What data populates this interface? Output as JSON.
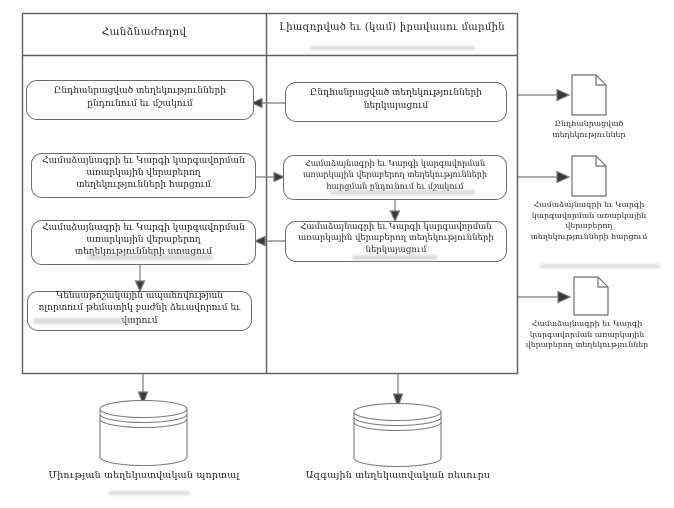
{
  "lanes": [
    {
      "title": "Հանձնաժողով"
    },
    {
      "title": "Լիազորված եւ (կամ) իրավասու մարմին"
    }
  ],
  "process_boxes": [
    {
      "id": "commission-receive-generalized",
      "text": "Ընդհանրացված տեղեկությունների ընդունում եւ մշակում"
    },
    {
      "id": "commission-request-info",
      "text": "Համաձայնագրի եւ Կարգի կարգավորման առարկային վերաբերող տեղեկությունների հարցում"
    },
    {
      "id": "commission-receive-info",
      "text": "Համաձայնագրի եւ Կարգի կարգավորման առարկային վերաբերող տեղեկությունների ստացում"
    },
    {
      "id": "commission-thematic-section",
      "text": "Կենսաթոշակային ապահովության ոլորտում թեմատիկ բաժնի ձեւավորում եւ վարում"
    },
    {
      "id": "authority-submit-generalized",
      "text": "Ընդհանրացված տեղեկությունների ներկայացում"
    },
    {
      "id": "authority-process-request",
      "text": "Համաձայնագրի եւ Կարգի կարգավորման առարկային վերաբերող տեղեկությունների հարցման ընդունում եւ մշակում"
    },
    {
      "id": "authority-submit-info",
      "text": "Համաձայնագրի եւ Կարգի կարգավորման առարկային վերաբերող տեղեկությունների ներկայացում"
    }
  ],
  "documents": [
    {
      "label": "Ընդհանրացված տեղեկություններ"
    },
    {
      "label": "Համաձայնագրի եւ Կարգի կարգավորման առարկային վերաբերող տեղեկությունների հարցում"
    },
    {
      "label": "Համաձայնագրի եւ Կարգի կարգավորման առարկային վերաբերող տեղեկություններ"
    }
  ],
  "datastores": [
    {
      "label": "Միության տեղեկատվական պորտալ"
    },
    {
      "label": "Ազգային տեղեկատվական ռեսուրս"
    }
  ],
  "colors": {
    "line": "#6e6e6e",
    "arrow_head": "#3a3a3a",
    "text": "#1f1f1f"
  }
}
